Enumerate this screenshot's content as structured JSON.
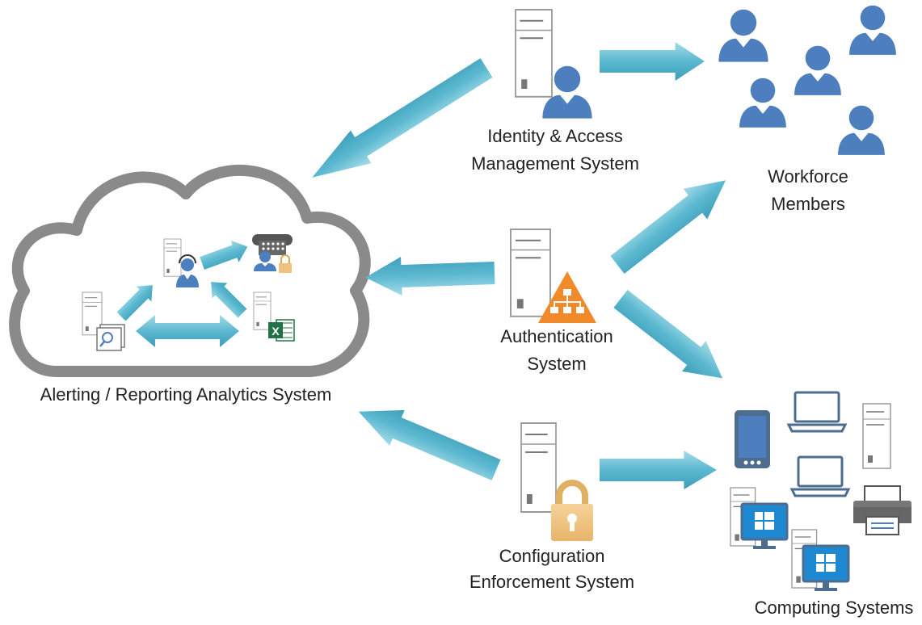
{
  "labels": {
    "iam_line1": "Identity & Access",
    "iam_line2": "Management System",
    "workforce_line1": "Workforce",
    "workforce_line2": "Members",
    "auth_line1": "Authentication",
    "auth_line2": "System",
    "analytics": "Alerting / Reporting  Analytics System",
    "config_line1": "Configuration",
    "config_line2": "Enforcement System",
    "computing": "Computing Systems"
  },
  "icons": {
    "excel_glyph": "X"
  },
  "colors": {
    "arrow": "#5bb8d0",
    "arrow_light": "#a6dce9",
    "person": "#4d7fbf",
    "cloud": "#8a8a8a",
    "server_stroke": "#9a9a9a",
    "network_triangle": "#f08a2a",
    "lock": "#f0c27b",
    "windows": "#1e88d0",
    "excel": "#217346"
  }
}
